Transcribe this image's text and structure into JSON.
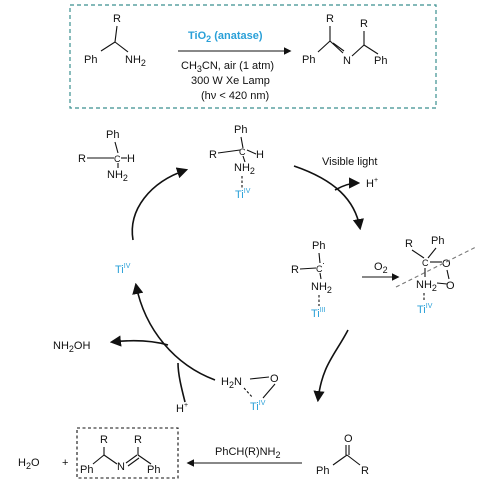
{
  "header_reaction": {
    "catalyst_main": "TiO",
    "catalyst_sub": "2",
    "catalyst_rest": " (anatase)",
    "condition_1_pre": "CH",
    "condition_1_sub": "3",
    "condition_1_post": "CN, air (1 atm)",
    "condition_2": "300 W Xe Lamp",
    "condition_3": "(hν < 420 nm)",
    "reactant": {
      "R": "R",
      "Ph": "Ph",
      "NH": "NH",
      "NH_sub": "2"
    },
    "product": {
      "R1": "R",
      "R2": "R",
      "Ph1": "Ph",
      "Ph2": "Ph",
      "N": "N"
    }
  },
  "cycle": {
    "visible_light": "Visible light",
    "h_plus_top": "H",
    "h_plus_top_sup": "+",
    "o2_main": "O",
    "o2_sub": "2",
    "h_plus_bottom": "H",
    "h_plus_bottom_sup": "+",
    "nh2oh_pre": "NH",
    "nh2oh_sub": "2",
    "nh2oh_post": "OH",
    "amine_reagent_pre": "PhCH(R)NH",
    "amine_reagent_sub": "2",
    "water_pre": "H",
    "water_sub": "2",
    "water_post": "O",
    "plus": "+"
  },
  "labels": {
    "ti": "Ti",
    "ti_iv": "IV",
    "ti_iii": "III",
    "Ph": "Ph",
    "R": "R",
    "H": "H",
    "C": "C",
    "NH": "NH",
    "NH_sub": "2",
    "N": "N",
    "O": "O",
    "dot": "·"
  },
  "colors": {
    "ti_blue": "#2aa0d8",
    "box_teal": "#3b8f8f",
    "ink": "#111111"
  }
}
